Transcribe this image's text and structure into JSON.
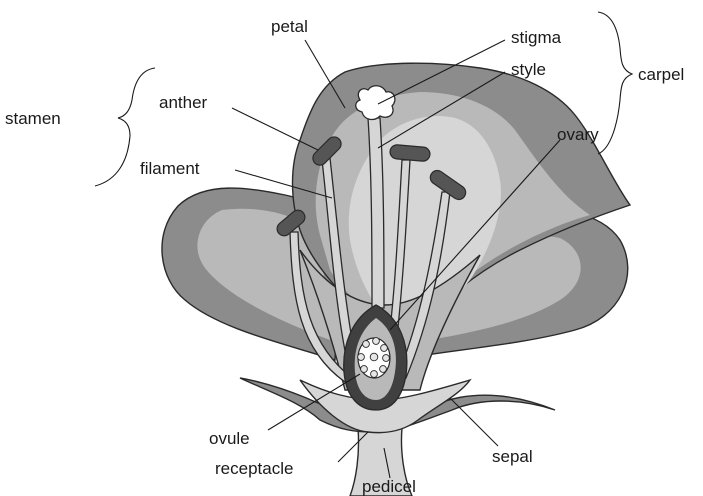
{
  "diagram": {
    "labels": {
      "petal": "petal",
      "stigma": "stigma",
      "style": "style",
      "carpel": "carpel",
      "stamen": "stamen",
      "anther": "anther",
      "filament": "filament",
      "ovary": "ovary",
      "ovule": "ovule",
      "receptacle": "receptacle",
      "pedicel": "pedicel",
      "sepal": "sepal"
    },
    "colors": {
      "outer_petal": "#8c8c8c",
      "light_petal": "#b9b9b9",
      "pale": "#d6d6d6",
      "anther": "#555555",
      "ovary_wall": "#404040",
      "outline": "#2a2a2a"
    }
  }
}
